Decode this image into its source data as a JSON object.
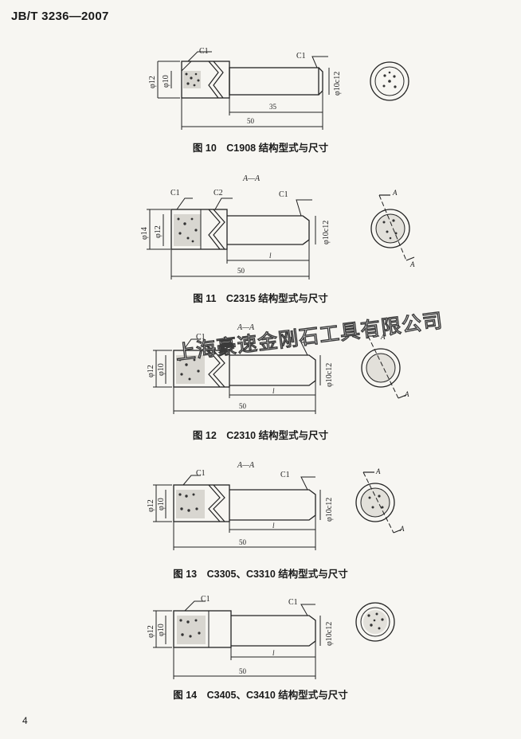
{
  "header": {
    "doc_id": "JB/T 3236—2007"
  },
  "page_number": "4",
  "watermark": "上海豪速金刚石工具有限公司",
  "figures": [
    {
      "caption": "图 10　C1908 结构型式与尺寸",
      "labels": {
        "c1a": "C1",
        "c1b": "C1",
        "d_outer": "φ12",
        "d_inner": "φ10",
        "d_shank": "φ10c12",
        "len_shank": "35",
        "len_total": "50"
      }
    },
    {
      "caption": "图 11　C2315 结构型式与尺寸",
      "labels": {
        "section": "A—A",
        "c1a": "C1",
        "c2": "C2",
        "c1b": "C1",
        "d_outer": "φ14",
        "d_inner": "φ12",
        "d_shank": "φ10c12",
        "len_shank": "l",
        "len_total": "50",
        "cut": "A"
      }
    },
    {
      "caption": "图 12　C2310 结构型式与尺寸",
      "labels": {
        "section": "A—A",
        "c1a": "C1",
        "c1b": "C1",
        "d_outer": "φ12",
        "d_inner": "φ10",
        "d_shank": "φ10c12",
        "len_shank": "l",
        "len_total": "50",
        "cut": "A"
      }
    },
    {
      "caption": "图 13　C3305、C3310 结构型式与尺寸",
      "labels": {
        "section": "A—A",
        "c1a": "C1",
        "c1b": "C1",
        "d_outer": "φ12",
        "d_inner": "φ10",
        "d_shank": "φ10c12",
        "len_shank": "l",
        "len_total": "50",
        "cut": "A"
      }
    },
    {
      "caption": "图 14　C3405、C3410 结构型式与尺寸",
      "labels": {
        "c1a": "C1",
        "c1b": "C1",
        "d_outer": "φ12",
        "d_inner": "φ10",
        "d_shank": "φ10c12",
        "len_shank": "l",
        "len_total": "50"
      }
    }
  ]
}
